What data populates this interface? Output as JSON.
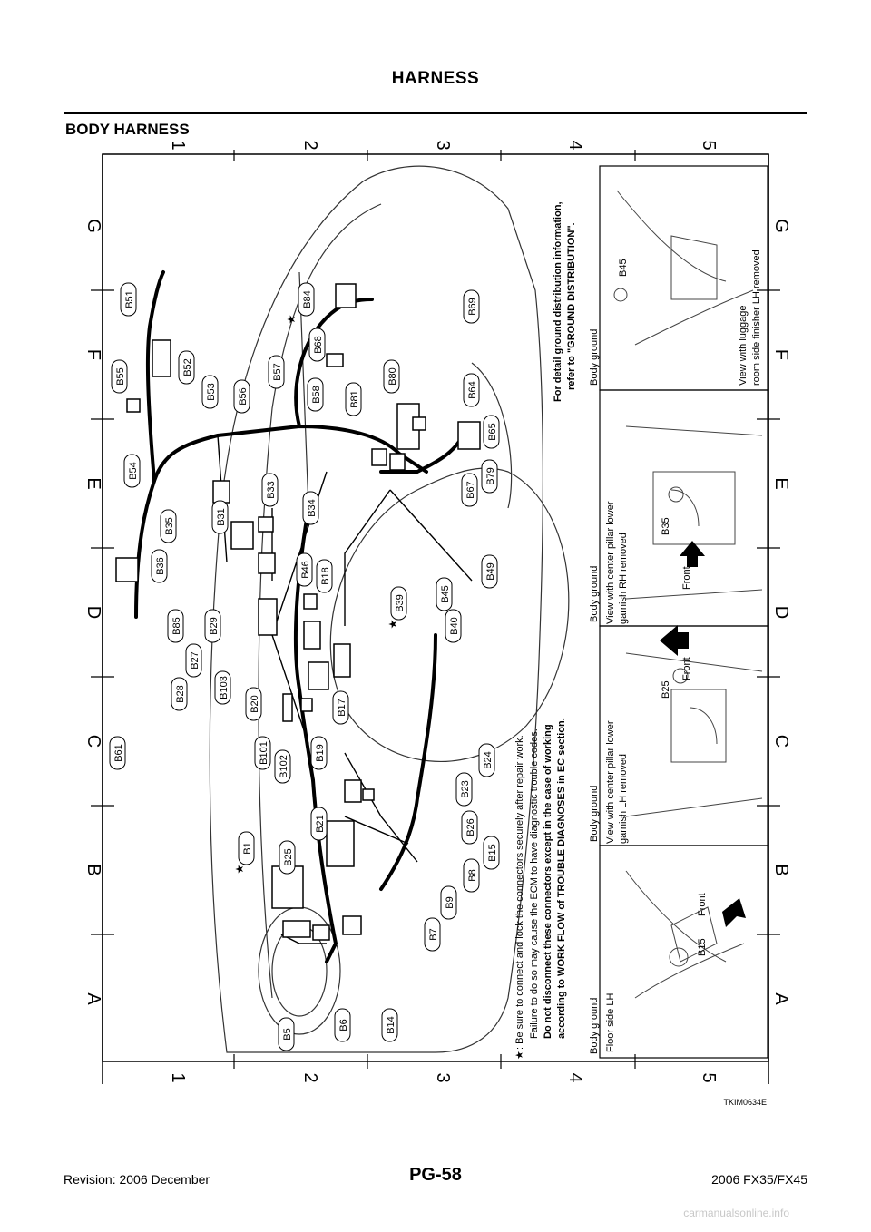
{
  "header": {
    "title": "HARNESS"
  },
  "section": {
    "title": "BODY HARNESS"
  },
  "grid": {
    "numbers": [
      "1",
      "2",
      "3",
      "4",
      "5"
    ],
    "letters": [
      "A",
      "B",
      "C",
      "D",
      "E",
      "F",
      "G"
    ]
  },
  "connectors": [
    "B51",
    "B55",
    "B52",
    "B53",
    "B54",
    "B56",
    "B57",
    "B84",
    "B68",
    "B58",
    "B81",
    "B80",
    "B69",
    "B64",
    "B65",
    "B79",
    "B67",
    "B33",
    "B34",
    "B31",
    "B35",
    "B36",
    "B46",
    "B18",
    "B39",
    "B45",
    "B49",
    "B40",
    "B85",
    "B29",
    "B27",
    "B28",
    "B103",
    "B20",
    "B17",
    "B61",
    "B101",
    "B102",
    "B19",
    "B24",
    "B23",
    "B26",
    "B15",
    "B25",
    "B21",
    "B8",
    "B9",
    "B7",
    "B1",
    "B5",
    "B6",
    "B14"
  ],
  "notes": {
    "star": "★",
    "line1": ": Be sure to connect and lock the connectors securely after repair work.",
    "line2": "Failure to do so may cause the ECM to have diagnostic trouble codes.",
    "line3": "Do not disconnect these connectors except in the case of working",
    "line4": "according to WORK FLOW of TROUBLE DIAGNOSES in EC section.",
    "ground1": "For detail ground distribution information,",
    "ground2": "refer to \"GROUND DISTRIBUTION\"."
  },
  "views": [
    {
      "heading": "Body ground",
      "line1": "Floor side LH",
      "line2": "",
      "connector": "B15",
      "front": "Front"
    },
    {
      "heading": "Body ground",
      "line1": "View with center pillar lower",
      "line2": "garnish LH removed",
      "connector": "B25",
      "front": "Front"
    },
    {
      "heading": "Body ground",
      "line1": "View with center pillar lower",
      "line2": "garnish RH removed",
      "connector": "B35",
      "front": "Front"
    },
    {
      "heading": "Body ground",
      "line1": "View with luggage",
      "line2": "room side finisher LH removed",
      "connector": "B45",
      "front": ""
    }
  ],
  "figure_code": "TKIM0634E",
  "footer": {
    "revision": "Revision: 2006 December",
    "page": "PG-58",
    "model": "2006 FX35/FX45"
  },
  "watermark": "carmanualsonline.info"
}
